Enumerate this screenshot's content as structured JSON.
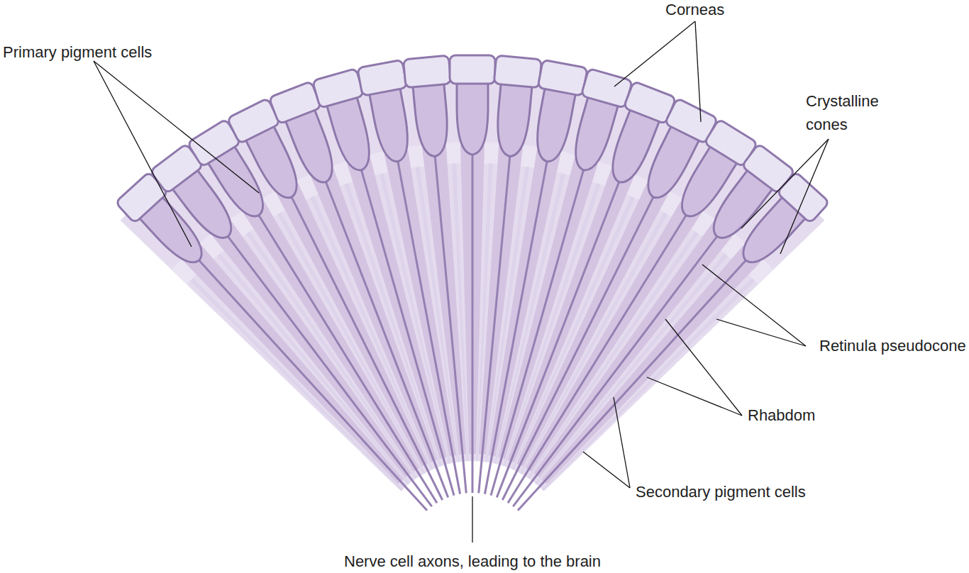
{
  "diagram": {
    "labels": [
      "Corneas",
      "Primary pigment cells",
      "Crystalline cones",
      "Retinula pseudocone",
      "Rhabdom",
      "Secondary pigment cells",
      "Nerve cell axons, leading to the brain"
    ]
  }
}
